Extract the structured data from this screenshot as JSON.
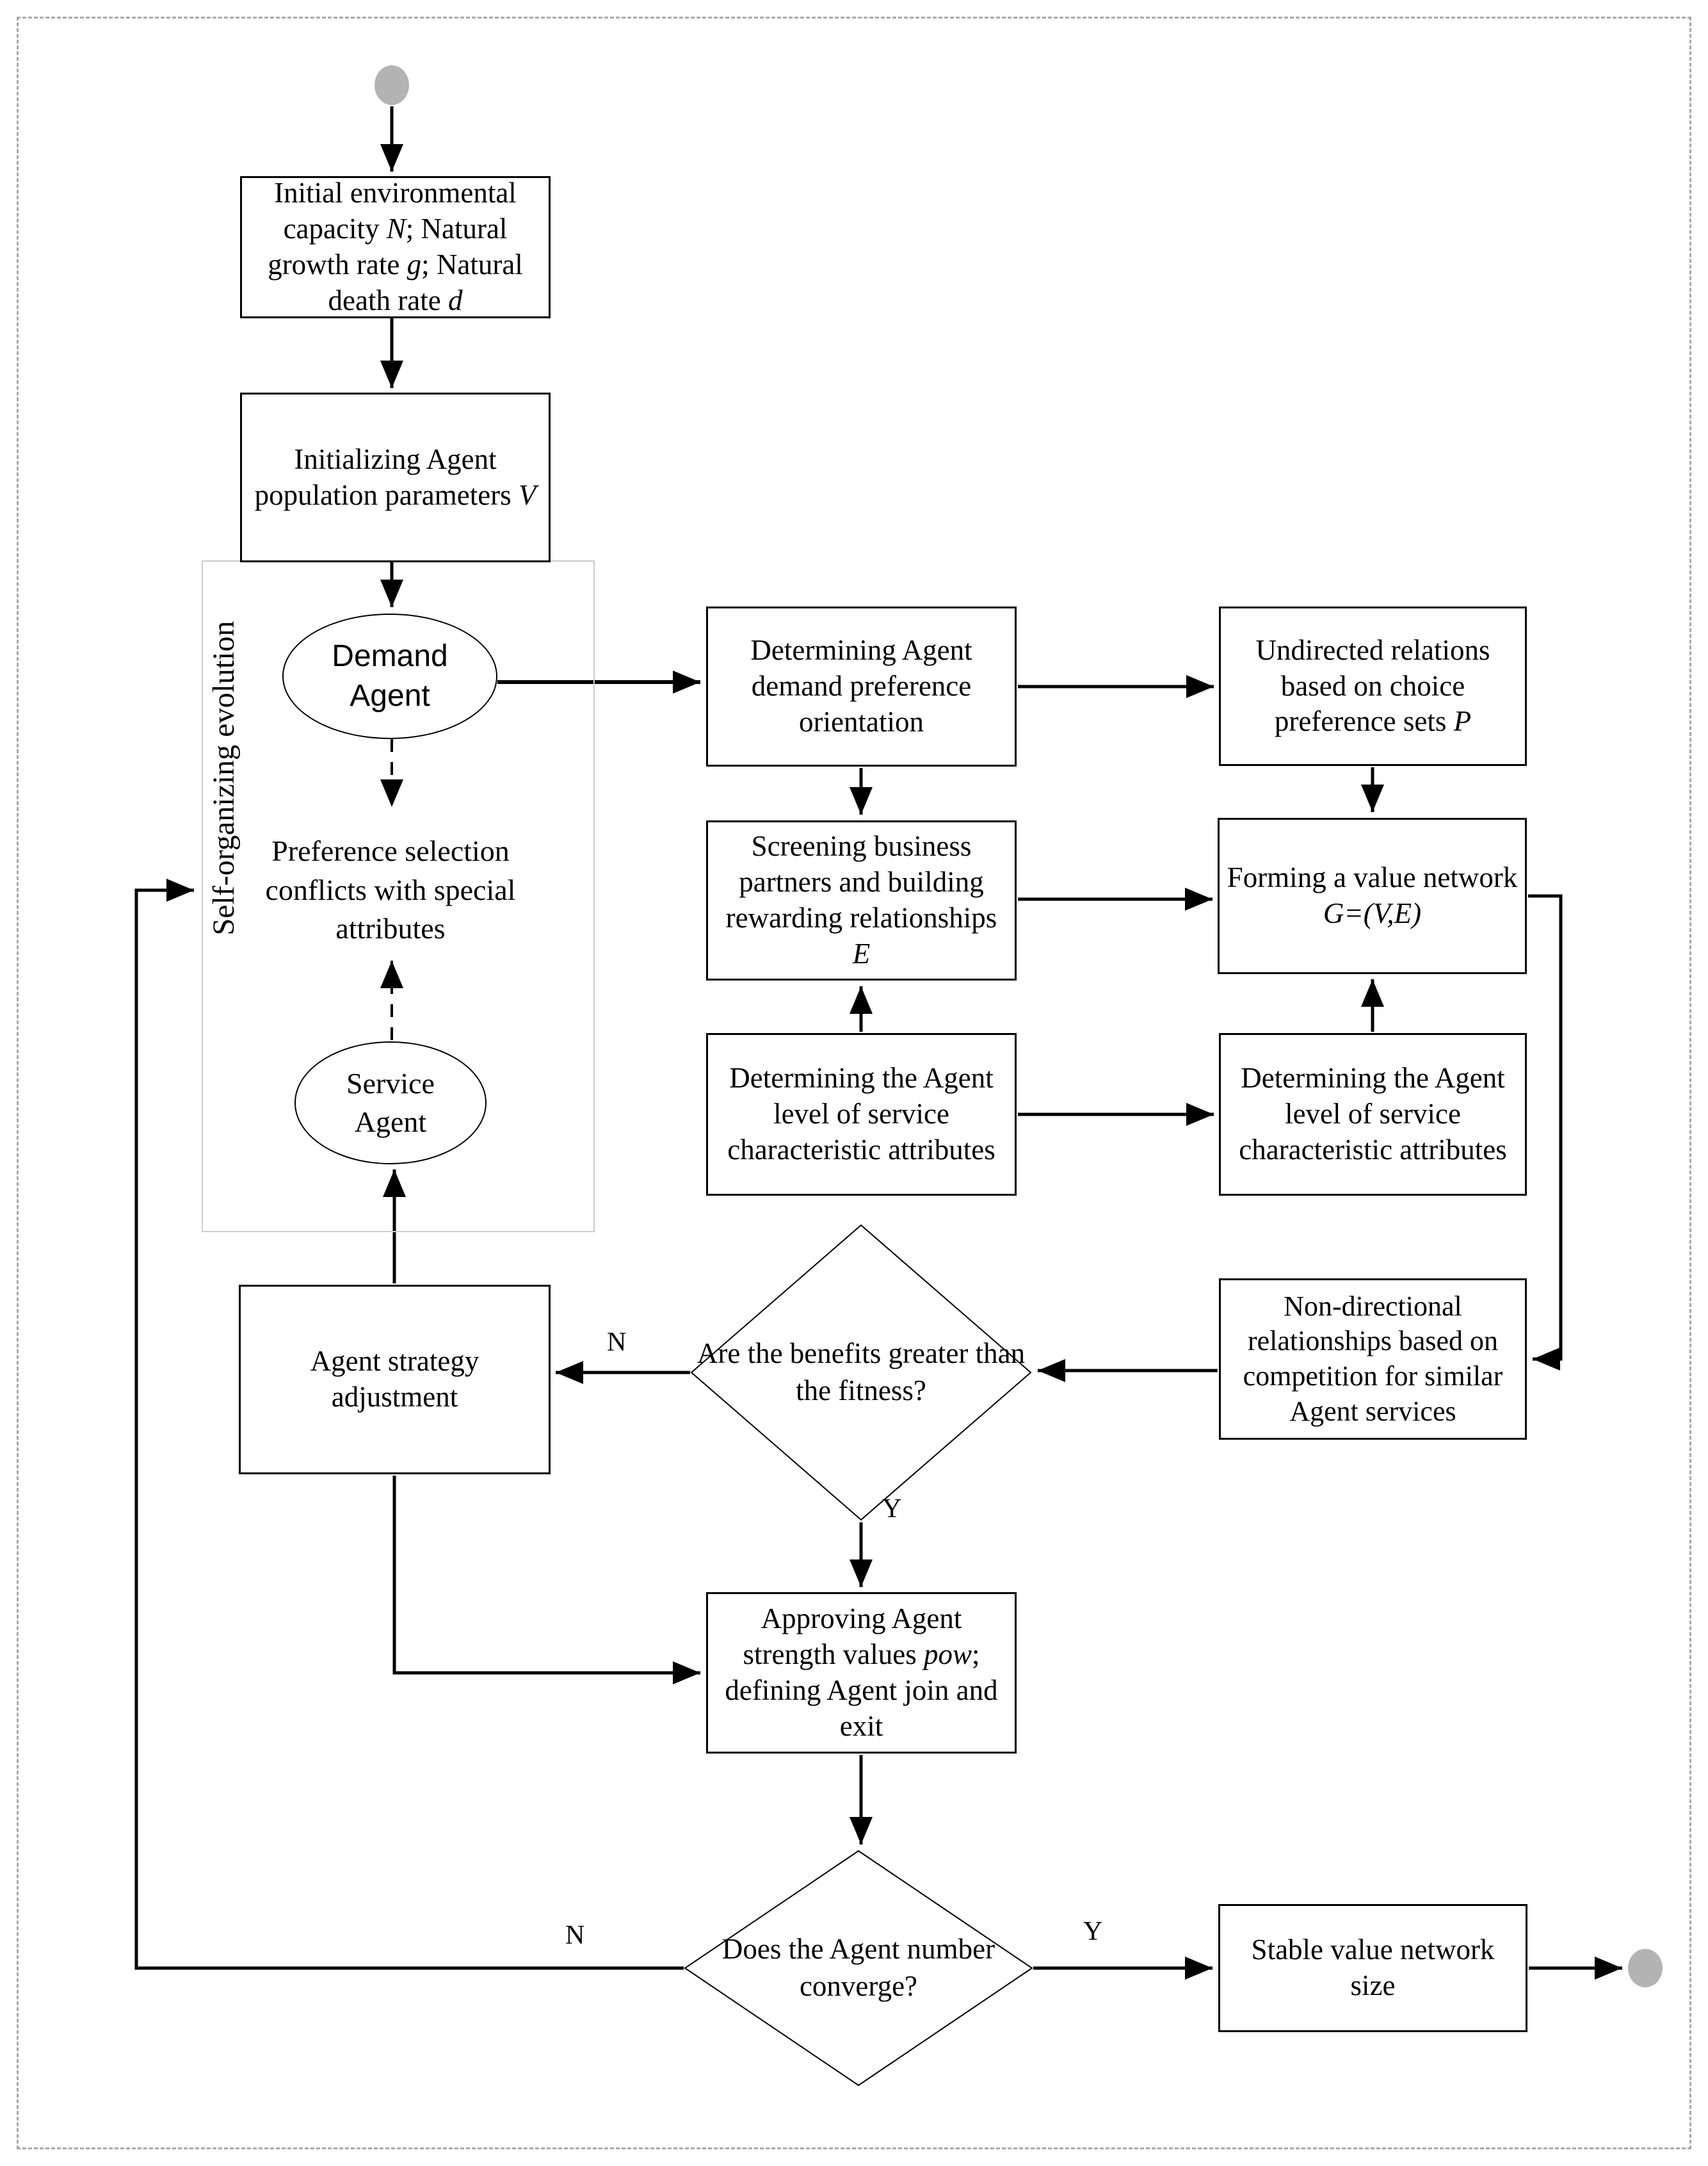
{
  "diagram": {
    "region_label": "Self-organizing evolution",
    "branch_labels": {
      "benefits_no": "N",
      "benefits_yes": "Y",
      "converge_no": "N",
      "converge_yes": "Y"
    },
    "colors": {
      "terminal_fill": "#b3b3b3",
      "container_border": "#cccccc",
      "page_border": "#a9a9a9",
      "line": "#000000"
    },
    "nodes": {
      "initial": {
        "runs": [
          {
            "t": "Initial environmental capacity "
          },
          {
            "t": "N",
            "i": true
          },
          {
            "t": "; Natural growth rate "
          },
          {
            "t": "g",
            "i": true
          },
          {
            "t": "; Natural death rate "
          },
          {
            "t": "d",
            "i": true
          }
        ]
      },
      "init_agent": {
        "runs": [
          {
            "t": "Initializing Agent population parameters "
          },
          {
            "t": "V",
            "i": true
          }
        ]
      },
      "demand_agent": {
        "runs": [
          {
            "t": "Demand Agent"
          }
        ]
      },
      "pref_conflict": {
        "runs": [
          {
            "t": "Preference selection conflicts with special attributes"
          }
        ]
      },
      "service_agent": {
        "runs": [
          {
            "t": "Service Agent"
          }
        ]
      },
      "determine_pref": {
        "runs": [
          {
            "t": "Determining Agent demand preference orientation"
          }
        ]
      },
      "undirected": {
        "runs": [
          {
            "t": "Undirected relations based on choice preference sets "
          },
          {
            "t": "P",
            "i": true
          }
        ]
      },
      "screening": {
        "runs": [
          {
            "t": "Screening business partners and building rewarding relationships "
          },
          {
            "t": "E",
            "i": true
          }
        ]
      },
      "forming": {
        "runs": [
          {
            "t": "Forming a value network "
          },
          {
            "t": "G=(V,E)",
            "i": true
          }
        ]
      },
      "level_mid": {
        "runs": [
          {
            "t": "Determining the Agent level of service characteristic attributes"
          }
        ]
      },
      "level_right": {
        "runs": [
          {
            "t": "Determining the Agent level of service characteristic attributes"
          }
        ]
      },
      "nondirectional": {
        "runs": [
          {
            "t": "Non-directional relationships based on competition for similar Agent services"
          }
        ]
      },
      "benefits_decision": {
        "runs": [
          {
            "t": "Are the benefits greater than the fitness?"
          }
        ]
      },
      "strategy": {
        "runs": [
          {
            "t": "Agent strategy adjustment"
          }
        ]
      },
      "approving": {
        "runs": [
          {
            "t": "Approving Agent strength values "
          },
          {
            "t": "pow",
            "i": true
          },
          {
            "t": "; defining Agent join and exit"
          }
        ]
      },
      "converge_decision": {
        "runs": [
          {
            "t": "Does the Agent number converge?"
          }
        ]
      },
      "stable": {
        "runs": [
          {
            "t": "Stable value network size"
          }
        ]
      }
    }
  }
}
